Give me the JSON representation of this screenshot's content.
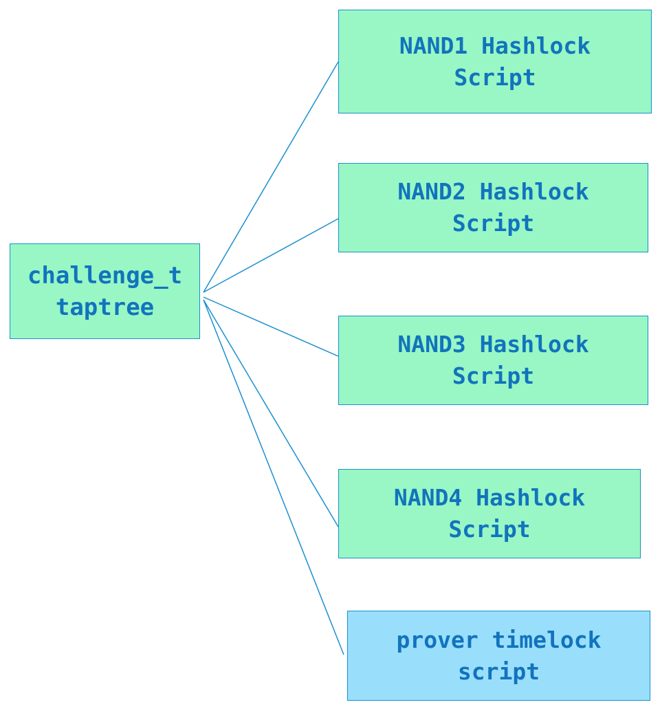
{
  "colors": {
    "node_green": "#98f7c4",
    "node_blue": "#99dffb",
    "text": "#1273bd",
    "edge": "#1a8fd0"
  },
  "root": {
    "label": "challenge_t\ntaptree"
  },
  "children": [
    {
      "label": "NAND1 Hashlock\nScript"
    },
    {
      "label": "NAND2 Hashlock\nScript"
    },
    {
      "label": "NAND3 Hashlock\nScript"
    },
    {
      "label": "NAND4 Hashlock\nScript"
    },
    {
      "label": "prover timelock\nscript"
    }
  ]
}
